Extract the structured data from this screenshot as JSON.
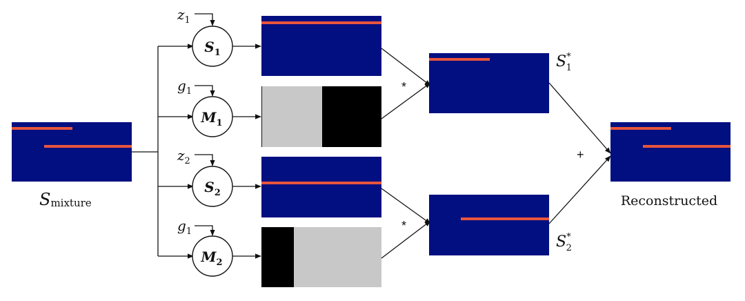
{
  "colors": {
    "spectrogram_bg": "#020f80",
    "source_line": "#e8553c",
    "mask_on": "#c8c8c8",
    "mask_off": "#000000",
    "stroke": "#111111"
  },
  "mixture": {
    "symbol": "S",
    "subscript": "mixture"
  },
  "branches": [
    {
      "input": {
        "letter": "z",
        "sub": "1"
      },
      "node": {
        "letter": "S",
        "sub": "1"
      }
    },
    {
      "input": {
        "letter": "g",
        "sub": "1"
      },
      "node": {
        "letter": "M",
        "sub": "1"
      }
    },
    {
      "input": {
        "letter": "z",
        "sub": "2"
      },
      "node": {
        "letter": "S",
        "sub": "2"
      }
    },
    {
      "input": {
        "letter": "g",
        "sub": "1"
      },
      "node": {
        "letter": "M",
        "sub": "2"
      }
    }
  ],
  "operators": {
    "multiply_top": "*",
    "multiply_bottom": "*",
    "add": "+"
  },
  "outputs": [
    {
      "letter": "S",
      "sub": "1",
      "sup": "*"
    },
    {
      "letter": "S",
      "sub": "2",
      "sup": "*"
    }
  ],
  "reconstructed": {
    "label": "Reconstructed"
  }
}
